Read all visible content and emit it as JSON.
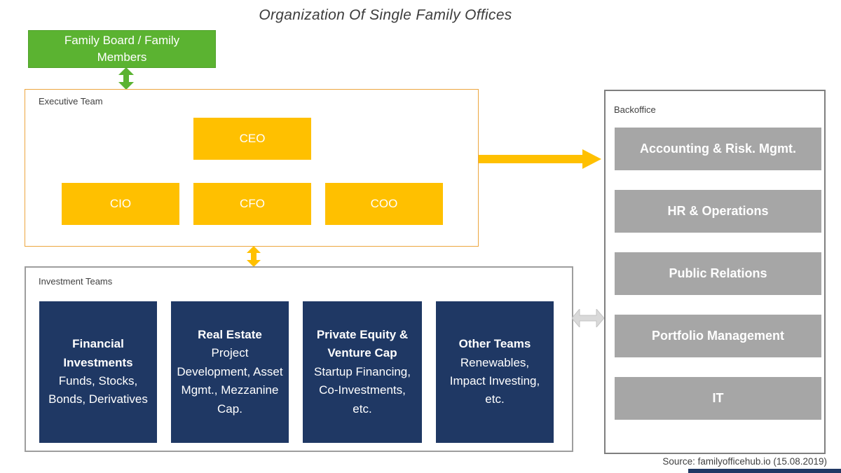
{
  "title": "Organization Of Single Family Offices",
  "family_board": {
    "label": "Family Board / Family Members"
  },
  "executive_team": {
    "label": "Executive Team",
    "ceo": "CEO",
    "cio": "CIO",
    "cfo": "CFO",
    "coo": "COO"
  },
  "investment_teams": {
    "label": "Investment Teams",
    "teams": [
      {
        "heading": "Financial Investments",
        "detail": "Funds, Stocks, Bonds, Derivatives"
      },
      {
        "heading": "Real Estate",
        "detail": "Project Development, Asset Mgmt., Mezzanine Cap."
      },
      {
        "heading": "Private Equity & Venture Cap",
        "detail": "Startup Financing, Co-Investments, etc."
      },
      {
        "heading": "Other Teams",
        "detail": "Renewables, Impact Investing, etc."
      }
    ]
  },
  "backoffice": {
    "label": "Backoffice",
    "departments": [
      "Accounting & Risk. Mgmt.",
      "HR & Operations",
      "Public Relations",
      "Portfolio Management",
      "IT"
    ]
  },
  "source": "Source: familyofficehub.io (15.08.2019)",
  "colors": {
    "green": "#5bb331",
    "amber": "#ffc000",
    "navy": "#1f3864",
    "gray_box": "#a6a6a6",
    "arrow_gray": "#d9d9d9"
  }
}
